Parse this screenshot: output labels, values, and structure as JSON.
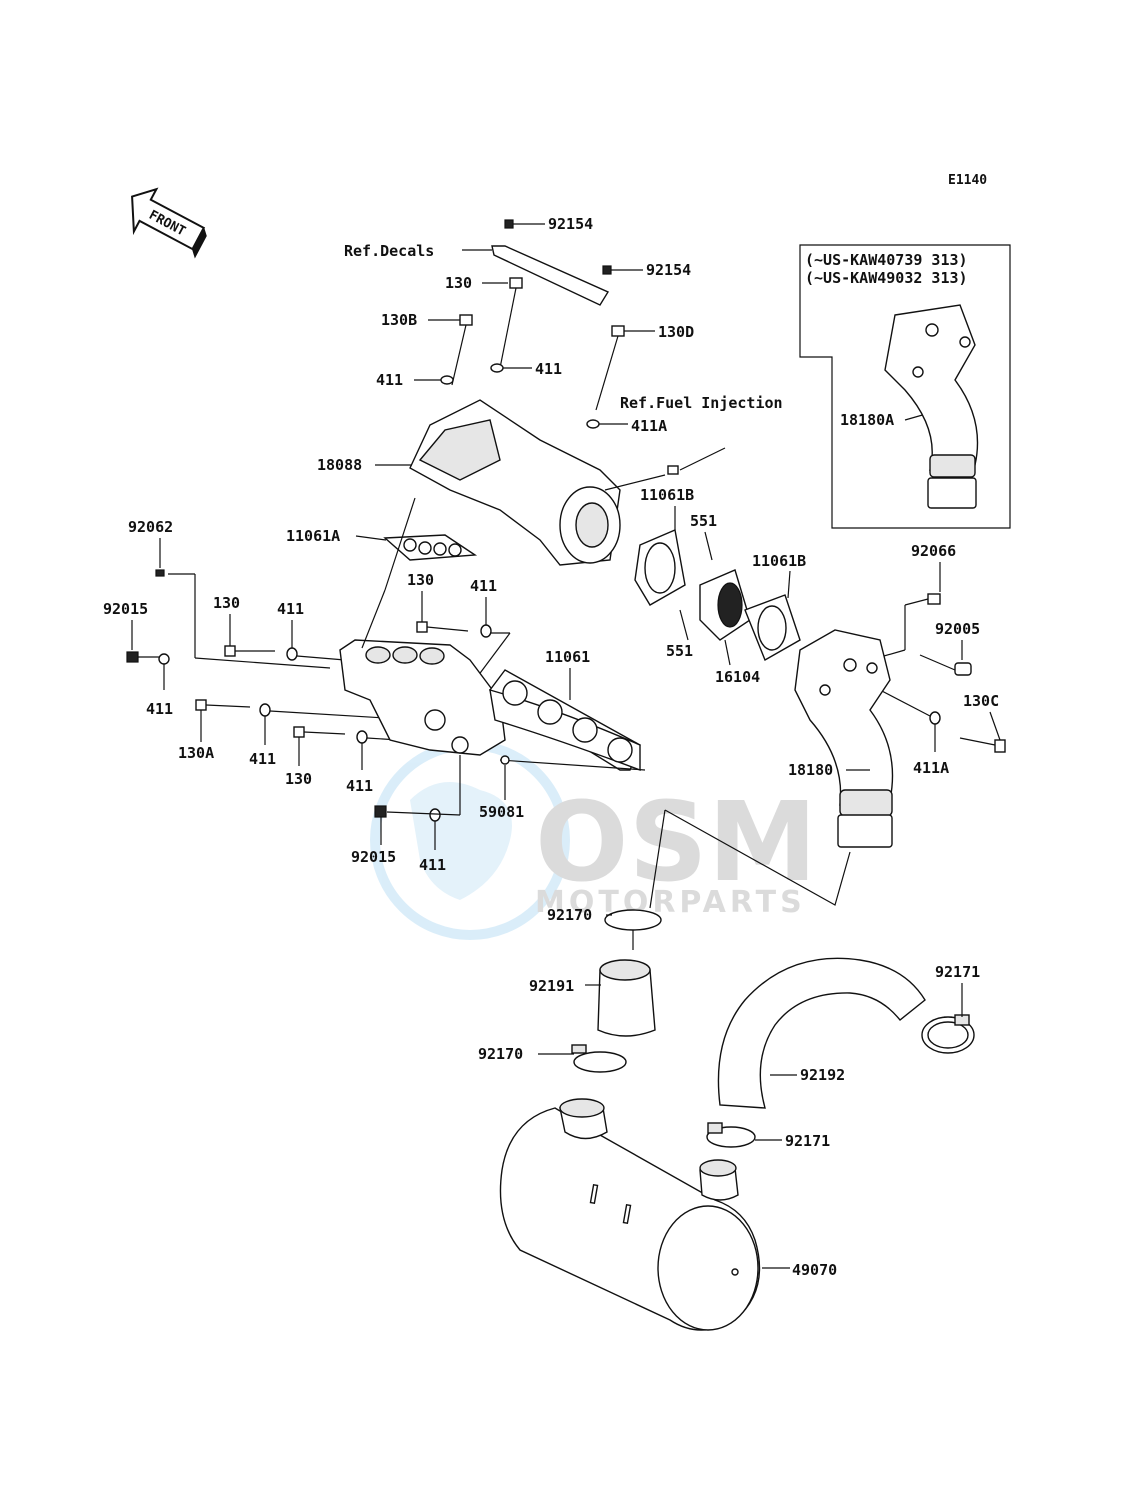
{
  "diagram_code": "E1140",
  "front_label": "FRONT",
  "watermark": {
    "brand": "OSM",
    "sub": "MOTORPARTS"
  },
  "inset": {
    "line1": "(~US-KAW40739 313)",
    "line2": "(~US-KAW49032 313)",
    "part": "18180A"
  },
  "refs": {
    "decals": "Ref.Decals",
    "fuel_injection": "Ref.Fuel Injection"
  },
  "callouts": [
    "92154",
    "92154",
    "130",
    "130B",
    "130D",
    "411",
    "411",
    "411A",
    "18088",
    "11061A",
    "11061B",
    "551",
    "11061B",
    "551",
    "16104",
    "92062",
    "92015",
    "130",
    "411",
    "130",
    "411",
    "411",
    "130A",
    "411",
    "130",
    "411",
    "11061",
    "59081",
    "92015",
    "411",
    "92066",
    "92005",
    "130C",
    "411A",
    "18180",
    "92170",
    "92191",
    "92170",
    "92171",
    "92192",
    "92171",
    "49070"
  ]
}
